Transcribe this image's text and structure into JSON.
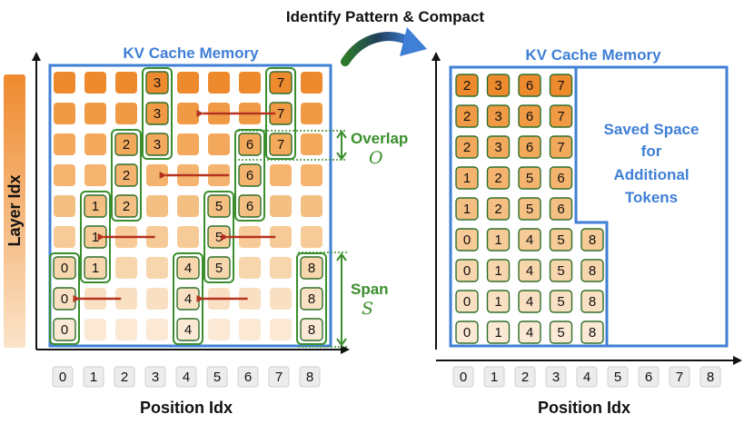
{
  "title": "Identify Pattern & Compact",
  "left_panel": {
    "memory_label": "KV Cache Memory",
    "overlap_label": "Overlap",
    "overlap_symbol": "O",
    "span_label": "Span",
    "span_symbol": "S",
    "y_axis_label": "Layer Idx",
    "x_axis_label": "Position Idx",
    "rows": 9,
    "cols": 9,
    "row_colors": [
      "#ee8a2e",
      "#f19a45",
      "#f3a95b",
      "#f4b470",
      "#f4bf83",
      "#f6cb98",
      "#f8d6ad",
      "#f9e0c2",
      "#fbe9d5"
    ],
    "labeled_cells": [
      {
        "row": 0,
        "col": 3,
        "text": "3"
      },
      {
        "row": 0,
        "col": 7,
        "text": "7"
      },
      {
        "row": 1,
        "col": 3,
        "text": "3"
      },
      {
        "row": 1,
        "col": 7,
        "text": "7"
      },
      {
        "row": 2,
        "col": 2,
        "text": "2"
      },
      {
        "row": 2,
        "col": 3,
        "text": "3"
      },
      {
        "row": 2,
        "col": 6,
        "text": "6"
      },
      {
        "row": 2,
        "col": 7,
        "text": "7"
      },
      {
        "row": 3,
        "col": 2,
        "text": "2"
      },
      {
        "row": 3,
        "col": 6,
        "text": "6"
      },
      {
        "row": 4,
        "col": 1,
        "text": "1"
      },
      {
        "row": 4,
        "col": 2,
        "text": "2"
      },
      {
        "row": 4,
        "col": 5,
        "text": "5"
      },
      {
        "row": 4,
        "col": 6,
        "text": "6"
      },
      {
        "row": 5,
        "col": 1,
        "text": "1"
      },
      {
        "row": 5,
        "col": 5,
        "text": "5"
      },
      {
        "row": 6,
        "col": 0,
        "text": "0"
      },
      {
        "row": 6,
        "col": 1,
        "text": "1"
      },
      {
        "row": 6,
        "col": 4,
        "text": "4"
      },
      {
        "row": 6,
        "col": 5,
        "text": "5"
      },
      {
        "row": 6,
        "col": 8,
        "text": "8"
      },
      {
        "row": 7,
        "col": 0,
        "text": "0"
      },
      {
        "row": 7,
        "col": 4,
        "text": "4"
      },
      {
        "row": 7,
        "col": 8,
        "text": "8"
      },
      {
        "row": 8,
        "col": 0,
        "text": "0"
      },
      {
        "row": 8,
        "col": 4,
        "text": "4"
      },
      {
        "row": 8,
        "col": 8,
        "text": "8"
      }
    ],
    "x_ticks": [
      "0",
      "1",
      "2",
      "3",
      "4",
      "5",
      "6",
      "7",
      "8"
    ]
  },
  "right_panel": {
    "memory_label": "KV Cache Memory",
    "saved_space_lines": [
      "Saved Space",
      "for",
      "Additional",
      "Tokens"
    ],
    "x_axis_label": "Position Idx",
    "x_ticks": [
      "0",
      "1",
      "2",
      "3",
      "4",
      "5",
      "6",
      "7",
      "8"
    ],
    "rows": [
      [
        "2",
        "3",
        "6",
        "7"
      ],
      [
        "2",
        "3",
        "6",
        "7"
      ],
      [
        "2",
        "3",
        "6",
        "7"
      ],
      [
        "1",
        "2",
        "5",
        "6"
      ],
      [
        "1",
        "2",
        "5",
        "6"
      ],
      [
        "0",
        "1",
        "4",
        "5",
        "8"
      ],
      [
        "0",
        "1",
        "4",
        "5",
        "8"
      ],
      [
        "0",
        "1",
        "4",
        "5",
        "8"
      ],
      [
        "0",
        "1",
        "4",
        "5",
        "8"
      ]
    ]
  },
  "colors": {
    "blue": "#3f7fd6",
    "green": "#3a8f2c",
    "red_arrow": "#b5321e",
    "tick_bg": "#ececec",
    "axis": "#111111"
  }
}
